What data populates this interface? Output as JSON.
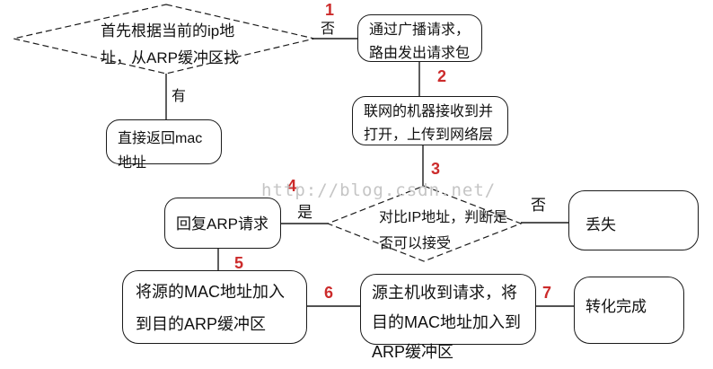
{
  "watermark": "http://blog.csdn.net/",
  "colors": {
    "step_number": "#cc2b2b",
    "shape_border": "#1a1a1a",
    "watermark": "#c5c5c5"
  },
  "nodes": {
    "check_cache": {
      "shape": "diamond",
      "lines": [
        "首先根据当前的ip地",
        "址，从ARP缓冲区找"
      ]
    },
    "broadcast": {
      "shape": "rounded",
      "lines": [
        "通过广播请求，",
        "路由发出请求包"
      ]
    },
    "receive": {
      "shape": "rounded",
      "lines": [
        "联网的机器接收到并",
        "打开，上传到网络层"
      ]
    },
    "compare_ip": {
      "shape": "diamond",
      "lines": [
        "对比IP地址，判断是",
        "否可以接受"
      ]
    },
    "return_mac": {
      "shape": "rounded",
      "lines": [
        "直接返回mac",
        "地址"
      ]
    },
    "reply_arp": {
      "shape": "rounded",
      "lines": [
        "回复ARP请求"
      ]
    },
    "lost": {
      "shape": "rounded",
      "lines": [
        "丢失"
      ]
    },
    "add_source_mac": {
      "shape": "rounded",
      "lines": [
        "将源的MAC地址加入",
        "到目的ARP缓冲区"
      ]
    },
    "source_host_add": {
      "shape": "rounded",
      "lines": [
        "源主机收到请求，将",
        "目的MAC地址加入到",
        "ARP缓冲区"
      ]
    },
    "done": {
      "shape": "rounded",
      "lines": [
        "转化完成"
      ]
    }
  },
  "edge_labels": {
    "cache_miss": "否",
    "cache_hit": "有",
    "accept_yes": "是",
    "accept_no": "否"
  },
  "steps": {
    "s1": "1",
    "s2": "2",
    "s3": "3",
    "s4": "4",
    "s5": "5",
    "s6": "6",
    "s7": "7"
  }
}
